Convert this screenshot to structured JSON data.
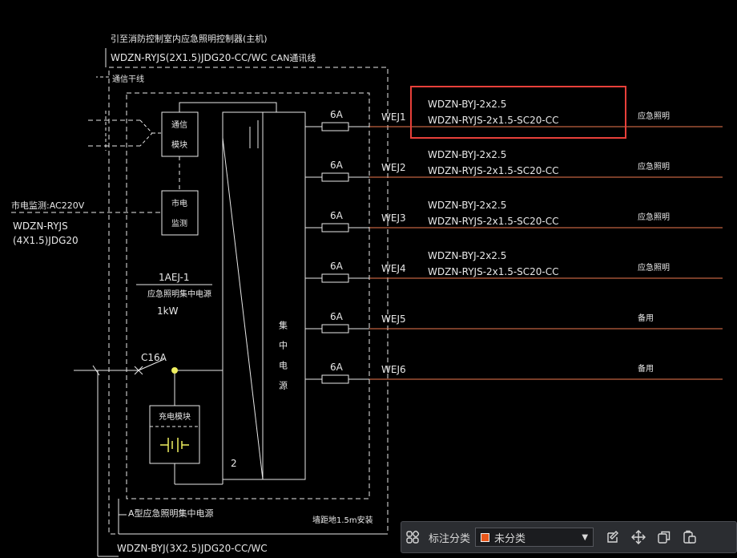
{
  "diagram": {
    "title_top": "引至消防控制室内应急照明控制器(主机)",
    "cable_top": "WDZN-RYJS(2X1.5)JDG20-CC/WC",
    "can_bus": "CAN通讯线",
    "comm_trunk": "通信干线",
    "comm_module_line1": "通信",
    "comm_module_line2": "模块",
    "mains_module_line1": "市电",
    "mains_module_line2": "监测",
    "mains_label": "市电监测:AC220V",
    "mains_cable_line1": "WDZN-RYJS",
    "mains_cable_line2": "(4X1.5)JDG20",
    "power_id": "1AEJ-1",
    "power_desc": "应急照明集中电源",
    "power_rating": "1kW",
    "breaker": "C16A",
    "charger": "充电模块",
    "vertical_text": "集中电源",
    "box_num": "2",
    "cabinet_name": "A型应急照明集中电源",
    "install_note": "墙距地1.5m安装",
    "cable_bottom": "WDZN-BYJ(3X2.5)JDG20-CC/WC",
    "circuits": [
      {
        "fuse": "6A",
        "id": "WEJ1",
        "cable1": "WDZN-BYJ-2x2.5",
        "cable2": "WDZN-RYJS-2x1.5-SC20-CC",
        "use": "应急照明"
      },
      {
        "fuse": "6A",
        "id": "WEJ2",
        "cable1": "WDZN-BYJ-2x2.5",
        "cable2": "WDZN-RYJS-2x1.5-SC20-CC",
        "use": "应急照明"
      },
      {
        "fuse": "6A",
        "id": "WEJ3",
        "cable1": "WDZN-BYJ-2x2.5",
        "cable2": "WDZN-RYJS-2x1.5-SC20-CC",
        "use": "应急照明"
      },
      {
        "fuse": "6A",
        "id": "WEJ4",
        "cable1": "WDZN-BYJ-2x2.5",
        "cable2": "WDZN-RYJS-2x1.5-SC20-CC",
        "use": "应急照明"
      },
      {
        "fuse": "6A",
        "id": "WEJ5",
        "cable1": "",
        "cable2": "",
        "use": "备用"
      },
      {
        "fuse": "6A",
        "id": "WEJ6",
        "cable1": "",
        "cable2": "",
        "use": "备用"
      }
    ],
    "colors": {
      "line": "#e8e8e8",
      "circuit": "#f07a50",
      "highlight": "#e8403a",
      "accent": "#f0f060"
    }
  },
  "toolbar": {
    "category_label": "标注分类",
    "selected_category": "未分类",
    "icons": {
      "grid": "apps-grid-icon",
      "edit": "edit-icon",
      "move": "move-icon",
      "copy": "copy-icon",
      "paste": "paste-icon"
    }
  }
}
